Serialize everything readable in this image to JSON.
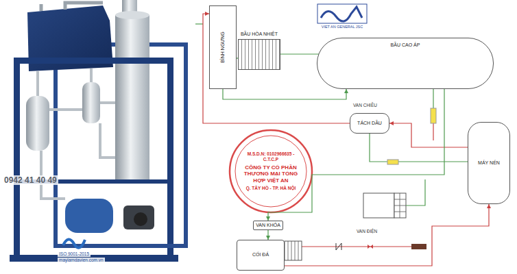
{
  "diagram": {
    "nodes": [
      {
        "text": [
          "BÌNH NGƯNG"
        ]
      },
      {
        "text": [
          "BẦU HÒA NHIỆT"
        ]
      },
      {
        "text": [
          "BẦU CAO ÁP"
        ]
      },
      {
        "text": [
          "TÁCH DẦU"
        ]
      },
      {
        "text": [
          "MÁY NÉN"
        ]
      },
      {
        "text": [
          "VAN KHÓA"
        ]
      },
      {
        "text": [
          "CỐI ĐÁ"
        ]
      }
    ],
    "edges": [
      {
        "from": 0,
        "to": 2,
        "arrow": "to"
      },
      {
        "from": 4,
        "to": 3,
        "arrow": "to"
      },
      {
        "from": 3,
        "to": 0,
        "arrow": "to"
      },
      {
        "from": 2,
        "to": 5,
        "arrow": "to"
      },
      {
        "from": 5,
        "to": 6,
        "arrow": "to"
      },
      {
        "from": 6,
        "to": 4,
        "arrow": "to"
      }
    ],
    "labels": [
      "VAN CHIỀU",
      "VAN ĐIỆN",
      "VIET AN GENERAL JSC",
      "M.S.D.N: 0102966635 - C.T.C.P",
      "CÔNG TY CỔ PHẦN THƯƠNG MẠI TỔNG HỢP VIỆT AN",
      "Q. TÂY HỒ - TP. HÀ NỘI",
      "0942 41 40 49",
      "ISO 9001-2015",
      "maylamdavien.com.vn"
    ]
  }
}
